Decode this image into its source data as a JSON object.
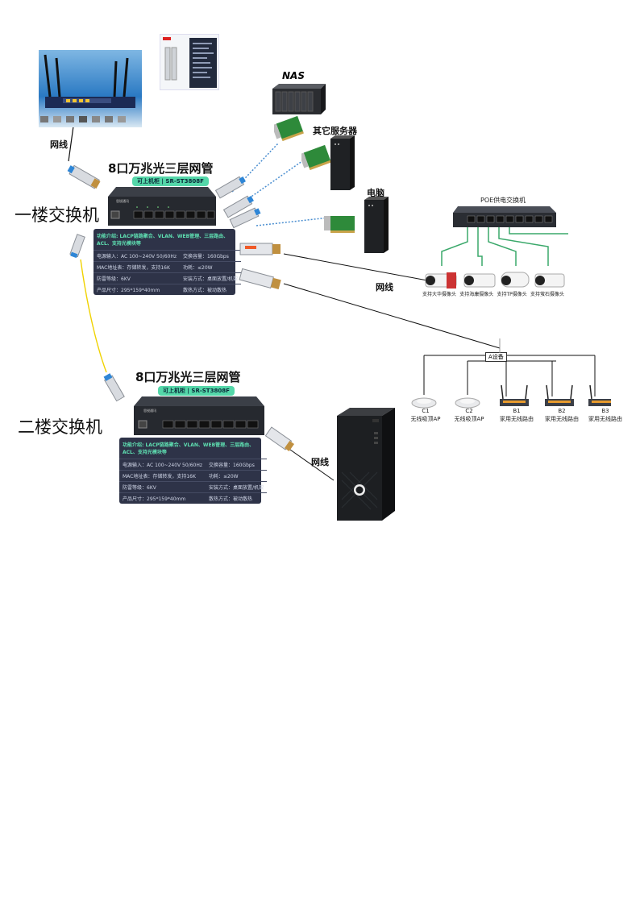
{
  "floors": {
    "first": "一楼交换机",
    "second": "二楼交换机"
  },
  "switch1": {
    "title": "8口万兆光三层网管",
    "badge": "可上机柜 | SR-ST3808F",
    "brand": "思锐通讯",
    "spec_head": "功能介绍: LACP链路聚合、VLAN、WEB管理、三层路由、ACL、支持光模块等",
    "spec_rows": [
      [
        "电源输入：AC 100~240V 50/60Hz",
        "交换容量：160Gbps"
      ],
      [
        "MAC地址表：存储转发，支持16K",
        "功耗：≤20W"
      ],
      [
        "防雷等级：6KV",
        "安装方式：桌面放置/机架"
      ],
      [
        "产品尺寸：295*159*40mm",
        "散热方式：被动散热"
      ]
    ]
  },
  "switch2": {
    "title": "8口万兆光三层网管",
    "badge": "可上机柜 | SR-ST3808F",
    "brand": "思锐通讯",
    "spec_head": "功能介绍: LACP链路聚合、VLAN、WEB管理、三层路由、ACL、支持光模块等",
    "spec_rows": [
      [
        "电源输入：AC 100~240V 50/60Hz",
        "交换容量：160Gbps"
      ],
      [
        "MAC地址表：存储转发，支持16K",
        "功耗：≤20W"
      ],
      [
        "防雷等级：6KV",
        "安装方式：桌面放置/机架"
      ],
      [
        "产品尺寸：295*159*40mm",
        "散热方式：被动散热"
      ]
    ]
  },
  "labels": {
    "cable_top": "网线",
    "nas": "NAS",
    "other_servers": "其它服务器",
    "pc": "电脑",
    "poe_switch": "POE供电交换机",
    "cable_mid": "网线",
    "cable_bottom": "网线",
    "a_device": "A设备"
  },
  "cameras": [
    "支持大华摄像头",
    "支持海康摄像头",
    "支持TP摄像头",
    "支持萤石摄像头"
  ],
  "devices": [
    {
      "id": "C1",
      "name": "无线吸顶AP"
    },
    {
      "id": "C2",
      "name": "无线吸顶AP"
    },
    {
      "id": "B1",
      "name": "家用无线路由"
    },
    {
      "id": "B2",
      "name": "家用无线路由"
    },
    {
      "id": "B3",
      "name": "家用无线路由"
    }
  ],
  "colors": {
    "spec_bg": "#2e3348",
    "badge": "#54d7a9",
    "fiber": "#f0d200",
    "cable_blue": "#2f86d6"
  }
}
